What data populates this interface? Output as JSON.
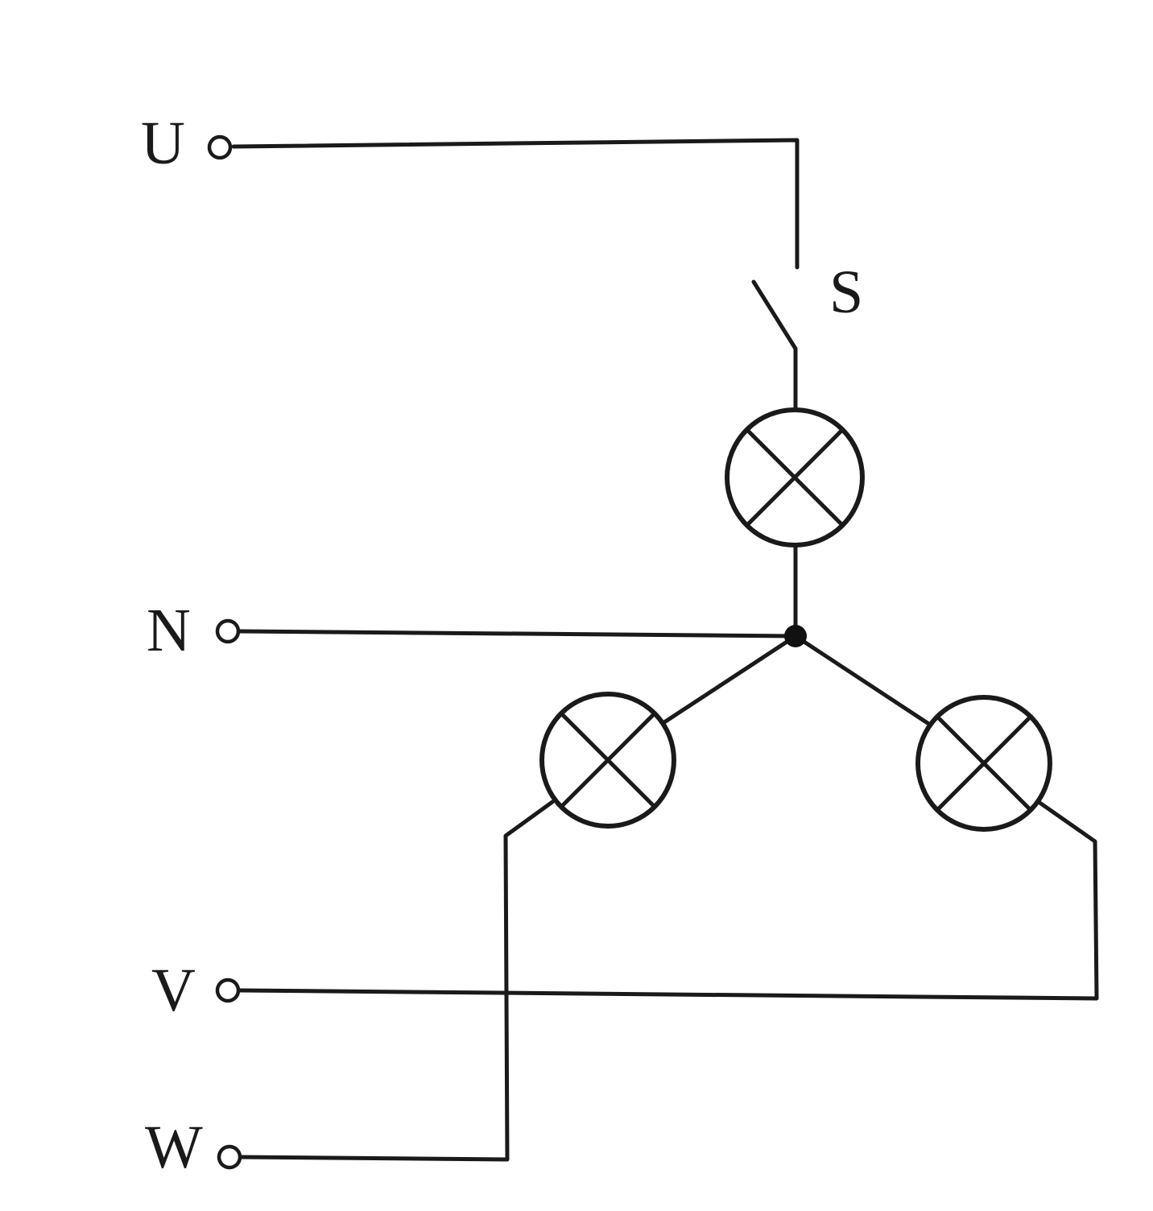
{
  "terminals": {
    "u": "U",
    "n": "N",
    "v": "V",
    "w": "W"
  },
  "switch": {
    "label": "S"
  },
  "colors": {
    "line": "#1a1a1a",
    "background": "#ffffff"
  }
}
